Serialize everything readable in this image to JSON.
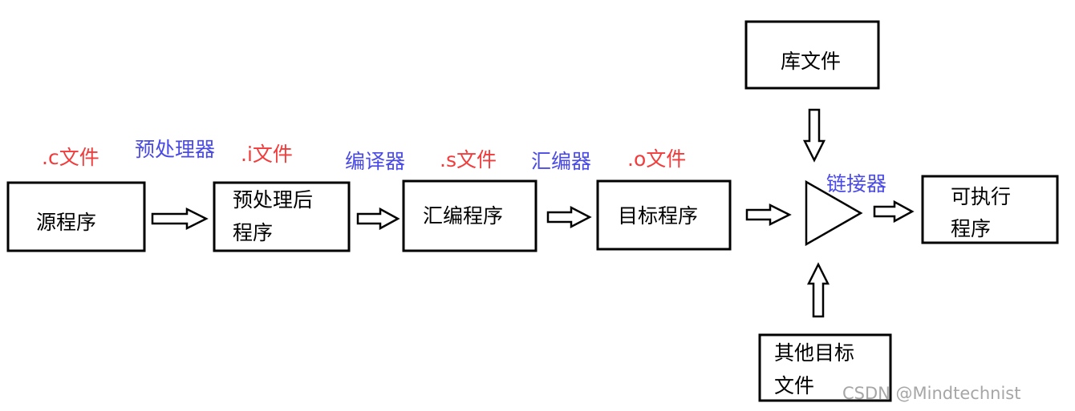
{
  "nodes": {
    "source": {
      "label": "源程序"
    },
    "preprocessed": {
      "lines": [
        "预处理后",
        "程序"
      ]
    },
    "assembly": {
      "label": "汇编程序"
    },
    "object": {
      "label": "目标程序"
    },
    "linker": {
      "label": "链接器"
    },
    "executable": {
      "lines": [
        "可执行",
        "程序"
      ]
    },
    "library": {
      "label": "库文件"
    },
    "other_objects": {
      "lines": [
        "其他目标",
        "文件"
      ]
    }
  },
  "file_labels": [
    ".c文件",
    ".i文件",
    ".s文件",
    ".o文件"
  ],
  "tool_labels": [
    "预处理器",
    "编译器",
    "汇编器"
  ],
  "watermark": "CSDN @Mindtechnist",
  "colors": {
    "file_label": "#f23b3b",
    "tool_label": "#4a4ae6",
    "watermark": "#a6a6a6"
  }
}
